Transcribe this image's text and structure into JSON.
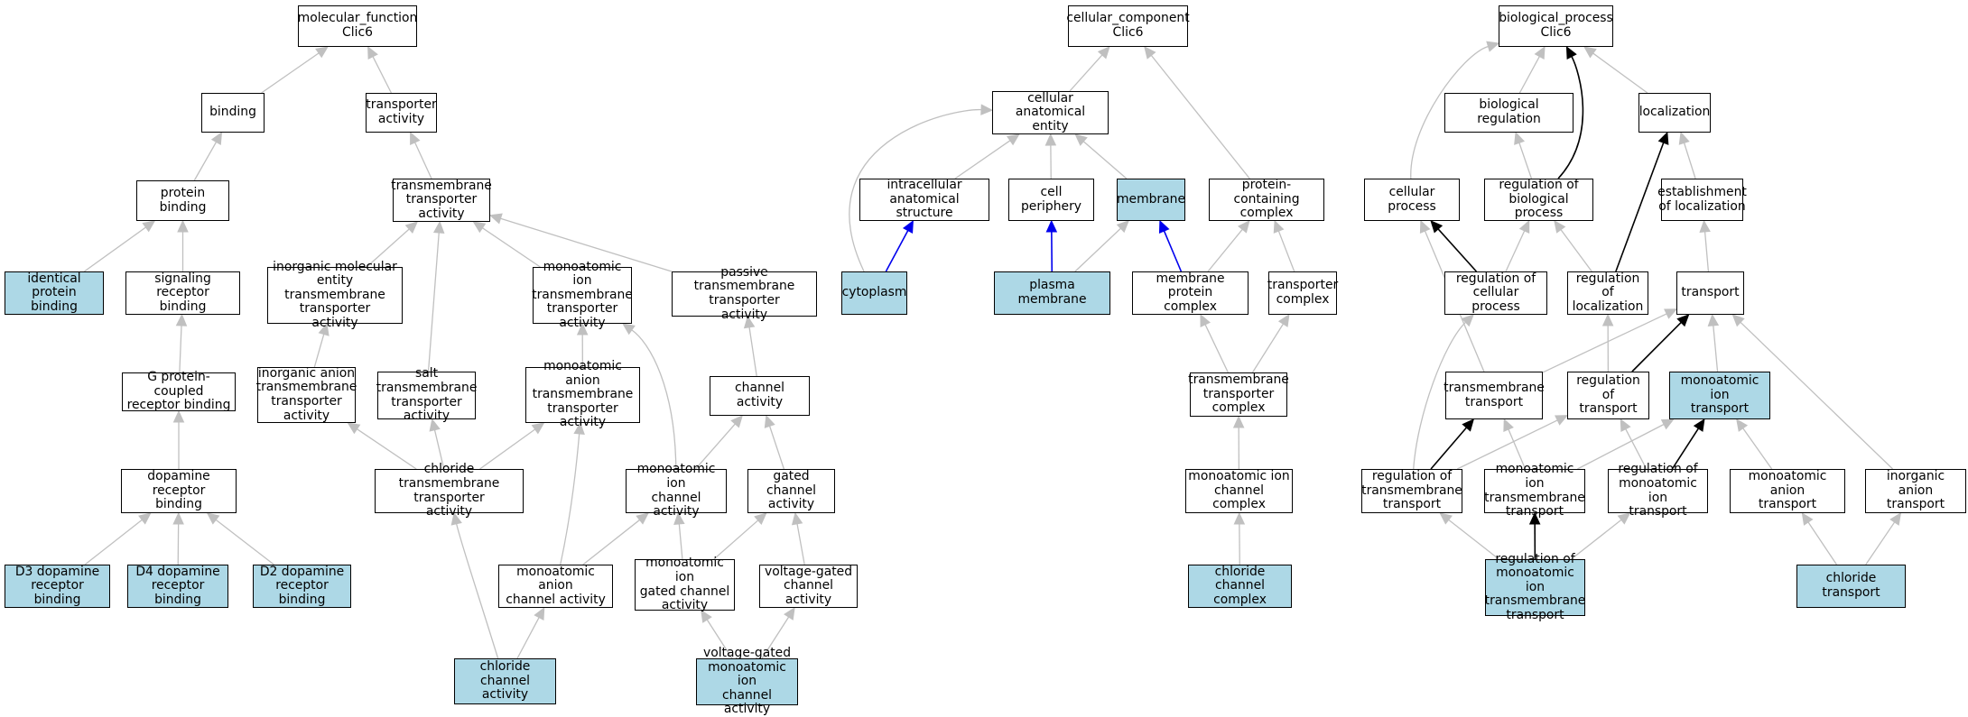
{
  "graphs": [
    {
      "name": "molecular_function",
      "nodes": [
        {
          "id": "mf_root",
          "label": "molecular_function\nClic6",
          "highlight": false
        },
        {
          "id": "binding",
          "label": "binding",
          "highlight": false
        },
        {
          "id": "transporter_activity",
          "label": "transporter\nactivity",
          "highlight": false
        },
        {
          "id": "protein_binding",
          "label": "protein binding",
          "highlight": false
        },
        {
          "id": "tm_transporter_activity",
          "label": "transmembrane\ntransporter\nactivity",
          "highlight": false
        },
        {
          "id": "identical_protein_binding",
          "label": "identical protein\nbinding",
          "highlight": true
        },
        {
          "id": "signaling_receptor_binding",
          "label": "signaling receptor\nbinding",
          "highlight": false
        },
        {
          "id": "inorg_mol_tm",
          "label": "inorganic molecular\nentity transmembrane\ntransporter\nactivity",
          "highlight": false
        },
        {
          "id": "mono_ion_tm",
          "label": "monoatomic ion\ntransmembrane\ntransporter\nactivity",
          "highlight": false
        },
        {
          "id": "passive_tm",
          "label": "passive transmembrane\ntransporter\nactivity",
          "highlight": false
        },
        {
          "id": "gpcr_binding",
          "label": "G protein-coupled\nreceptor binding",
          "highlight": false
        },
        {
          "id": "inorg_anion_tm",
          "label": "inorganic anion\ntransmembrane\ntransporter\nactivity",
          "highlight": false
        },
        {
          "id": "salt_tm",
          "label": "salt transmembrane\ntransporter\nactivity",
          "highlight": false
        },
        {
          "id": "mono_anion_tm",
          "label": "monoatomic anion\ntransmembrane\ntransporter\nactivity",
          "highlight": false
        },
        {
          "id": "channel_activity",
          "label": "channel activity",
          "highlight": false
        },
        {
          "id": "dopamine_receptor_binding",
          "label": "dopamine receptor\nbinding",
          "highlight": false
        },
        {
          "id": "chloride_tm",
          "label": "chloride transmembrane\ntransporter\nactivity",
          "highlight": false
        },
        {
          "id": "mono_ion_channel",
          "label": "monoatomic ion\nchannel activity",
          "highlight": false
        },
        {
          "id": "gated_channel",
          "label": "gated channel\nactivity",
          "highlight": false
        },
        {
          "id": "d3",
          "label": "D3 dopamine\nreceptor binding",
          "highlight": true
        },
        {
          "id": "d4",
          "label": "D4 dopamine\nreceptor binding",
          "highlight": true
        },
        {
          "id": "d2",
          "label": "D2 dopamine\nreceptor binding",
          "highlight": true
        },
        {
          "id": "mono_anion_channel",
          "label": "monoatomic anion\nchannel activity",
          "highlight": false
        },
        {
          "id": "mono_ion_gated",
          "label": "monoatomic ion\ngated channel\nactivity",
          "highlight": false
        },
        {
          "id": "voltage_gated",
          "label": "voltage-gated\nchannel activity",
          "highlight": false
        },
        {
          "id": "chloride_channel",
          "label": "chloride channel\nactivity",
          "highlight": true
        },
        {
          "id": "vg_mono_ion",
          "label": "voltage-gated\nmonoatomic ion\nchannel activity",
          "highlight": true
        }
      ]
    },
    {
      "name": "cellular_component",
      "nodes": [
        {
          "id": "cc_root",
          "label": "cellular_component\nClic6",
          "highlight": false
        },
        {
          "id": "cell_anat_entity",
          "label": "cellular anatomical\nentity",
          "highlight": false
        },
        {
          "id": "intracellular_anat",
          "label": "intracellular\nanatomical structure",
          "highlight": false
        },
        {
          "id": "cell_periphery",
          "label": "cell periphery",
          "highlight": false
        },
        {
          "id": "membrane",
          "label": "membrane",
          "highlight": true
        },
        {
          "id": "protein_containing",
          "label": "protein-containing\ncomplex",
          "highlight": false
        },
        {
          "id": "cytoplasm",
          "label": "cytoplasm",
          "highlight": true
        },
        {
          "id": "plasma_membrane",
          "label": "plasma membrane",
          "highlight": true
        },
        {
          "id": "membrane_protein_complex",
          "label": "membrane protein\ncomplex",
          "highlight": false
        },
        {
          "id": "transporter_complex",
          "label": "transporter\ncomplex",
          "highlight": false
        },
        {
          "id": "tm_transporter_complex",
          "label": "transmembrane\ntransporter\ncomplex",
          "highlight": false
        },
        {
          "id": "mono_ion_channel_complex",
          "label": "monoatomic ion\nchannel complex",
          "highlight": false
        },
        {
          "id": "chloride_channel_complex",
          "label": "chloride channel\ncomplex",
          "highlight": true
        }
      ]
    },
    {
      "name": "biological_process",
      "nodes": [
        {
          "id": "bp_root",
          "label": "biological_process\nClic6",
          "highlight": false
        },
        {
          "id": "bio_regulation",
          "label": "biological regulation",
          "highlight": false
        },
        {
          "id": "localization",
          "label": "localization",
          "highlight": false
        },
        {
          "id": "cellular_process",
          "label": "cellular process",
          "highlight": false
        },
        {
          "id": "reg_bio_process",
          "label": "regulation of\nbiological process",
          "highlight": false
        },
        {
          "id": "est_localization",
          "label": "establishment\nof localization",
          "highlight": false
        },
        {
          "id": "reg_cell_process",
          "label": "regulation of\ncellular process",
          "highlight": false
        },
        {
          "id": "reg_localization",
          "label": "regulation of\nlocalization",
          "highlight": false
        },
        {
          "id": "transport",
          "label": "transport",
          "highlight": false
        },
        {
          "id": "tm_transport",
          "label": "transmembrane\ntransport",
          "highlight": false
        },
        {
          "id": "reg_transport",
          "label": "regulation of\ntransport",
          "highlight": false
        },
        {
          "id": "mono_ion_transport",
          "label": "monoatomic ion\ntransport",
          "highlight": true
        },
        {
          "id": "reg_tm_transport",
          "label": "regulation of\ntransmembrane\ntransport",
          "highlight": false
        },
        {
          "id": "mono_ion_tm_transport",
          "label": "monoatomic ion\ntransmembrane\ntransport",
          "highlight": false
        },
        {
          "id": "reg_mono_ion_transport",
          "label": "regulation of\nmonoatomic ion\ntransport",
          "highlight": false
        },
        {
          "id": "mono_anion_transport",
          "label": "monoatomic anion\ntransport",
          "highlight": false
        },
        {
          "id": "inorg_anion_transport",
          "label": "inorganic anion\ntransport",
          "highlight": false
        },
        {
          "id": "reg_mono_ion_tm_transport",
          "label": "regulation of\nmonoatomic ion\ntransmembrane\ntransport",
          "highlight": true
        },
        {
          "id": "chloride_transport",
          "label": "chloride transport",
          "highlight": true
        }
      ]
    }
  ],
  "edges": [
    {
      "from": "binding",
      "to": "mf_root",
      "color": "#c0c0c0"
    },
    {
      "from": "transporter_activity",
      "to": "mf_root",
      "color": "#c0c0c0"
    },
    {
      "from": "protein_binding",
      "to": "binding",
      "color": "#c0c0c0"
    },
    {
      "from": "tm_transporter_activity",
      "to": "transporter_activity",
      "color": "#c0c0c0"
    },
    {
      "from": "identical_protein_binding",
      "to": "protein_binding",
      "color": "#c0c0c0"
    },
    {
      "from": "signaling_receptor_binding",
      "to": "protein_binding",
      "color": "#c0c0c0"
    },
    {
      "from": "gpcr_binding",
      "to": "signaling_receptor_binding",
      "color": "#c0c0c0"
    },
    {
      "from": "dopamine_receptor_binding",
      "to": "gpcr_binding",
      "color": "#c0c0c0"
    },
    {
      "from": "d3",
      "to": "dopamine_receptor_binding",
      "color": "#c0c0c0"
    },
    {
      "from": "d4",
      "to": "dopamine_receptor_binding",
      "color": "#c0c0c0"
    },
    {
      "from": "d2",
      "to": "dopamine_receptor_binding",
      "color": "#c0c0c0"
    },
    {
      "from": "inorg_mol_tm",
      "to": "tm_transporter_activity",
      "color": "#c0c0c0"
    },
    {
      "from": "salt_tm",
      "to": "tm_transporter_activity",
      "color": "#c0c0c0"
    },
    {
      "from": "mono_ion_tm",
      "to": "tm_transporter_activity",
      "color": "#c0c0c0"
    },
    {
      "from": "passive_tm",
      "to": "tm_transporter_activity",
      "color": "#c0c0c0"
    },
    {
      "from": "inorg_anion_tm",
      "to": "inorg_mol_tm",
      "color": "#c0c0c0"
    },
    {
      "from": "mono_anion_tm",
      "to": "mono_ion_tm",
      "color": "#c0c0c0"
    },
    {
      "from": "channel_activity",
      "to": "passive_tm",
      "color": "#c0c0c0"
    },
    {
      "from": "chloride_tm",
      "to": "inorg_anion_tm",
      "color": "#c0c0c0"
    },
    {
      "from": "chloride_tm",
      "to": "salt_tm",
      "color": "#c0c0c0"
    },
    {
      "from": "chloride_tm",
      "to": "mono_anion_tm",
      "color": "#c0c0c0"
    },
    {
      "from": "mono_ion_channel",
      "to": "mono_ion_tm",
      "color": "#c0c0c0"
    },
    {
      "from": "mono_ion_channel",
      "to": "channel_activity",
      "color": "#c0c0c0"
    },
    {
      "from": "gated_channel",
      "to": "channel_activity",
      "color": "#c0c0c0"
    },
    {
      "from": "mono_anion_channel",
      "to": "mono_anion_tm",
      "color": "#c0c0c0"
    },
    {
      "from": "mono_anion_channel",
      "to": "mono_ion_channel",
      "color": "#c0c0c0"
    },
    {
      "from": "mono_ion_gated",
      "to": "mono_ion_channel",
      "color": "#c0c0c0"
    },
    {
      "from": "mono_ion_gated",
      "to": "gated_channel",
      "color": "#c0c0c0"
    },
    {
      "from": "voltage_gated",
      "to": "gated_channel",
      "color": "#c0c0c0"
    },
    {
      "from": "chloride_channel",
      "to": "chloride_tm",
      "color": "#c0c0c0"
    },
    {
      "from": "chloride_channel",
      "to": "mono_anion_channel",
      "color": "#c0c0c0"
    },
    {
      "from": "vg_mono_ion",
      "to": "mono_ion_gated",
      "color": "#c0c0c0"
    },
    {
      "from": "vg_mono_ion",
      "to": "voltage_gated",
      "color": "#c0c0c0"
    },
    {
      "from": "cell_anat_entity",
      "to": "cc_root",
      "color": "#c0c0c0"
    },
    {
      "from": "protein_containing",
      "to": "cc_root",
      "color": "#c0c0c0"
    },
    {
      "from": "intracellular_anat",
      "to": "cell_anat_entity",
      "color": "#c0c0c0"
    },
    {
      "from": "cell_periphery",
      "to": "cell_anat_entity",
      "color": "#c0c0c0"
    },
    {
      "from": "membrane",
      "to": "cell_anat_entity",
      "color": "#c0c0c0"
    },
    {
      "from": "cytoplasm",
      "to": "cell_anat_entity",
      "color": "#c0c0c0"
    },
    {
      "from": "cytoplasm",
      "to": "intracellular_anat",
      "color": "#0000ee"
    },
    {
      "from": "plasma_membrane",
      "to": "cell_periphery",
      "color": "#0000ee"
    },
    {
      "from": "plasma_membrane",
      "to": "membrane",
      "color": "#c0c0c0"
    },
    {
      "from": "membrane_protein_complex",
      "to": "membrane",
      "color": "#0000ee"
    },
    {
      "from": "membrane_protein_complex",
      "to": "protein_containing",
      "color": "#c0c0c0"
    },
    {
      "from": "transporter_complex",
      "to": "protein_containing",
      "color": "#c0c0c0"
    },
    {
      "from": "tm_transporter_complex",
      "to": "membrane_protein_complex",
      "color": "#c0c0c0"
    },
    {
      "from": "tm_transporter_complex",
      "to": "transporter_complex",
      "color": "#c0c0c0"
    },
    {
      "from": "mono_ion_channel_complex",
      "to": "tm_transporter_complex",
      "color": "#c0c0c0"
    },
    {
      "from": "chloride_channel_complex",
      "to": "mono_ion_channel_complex",
      "color": "#c0c0c0"
    },
    {
      "from": "bio_regulation",
      "to": "bp_root",
      "color": "#c0c0c0"
    },
    {
      "from": "localization",
      "to": "bp_root",
      "color": "#c0c0c0"
    },
    {
      "from": "cellular_process",
      "to": "bp_root",
      "color": "#c0c0c0"
    },
    {
      "from": "reg_bio_process",
      "to": "bp_root",
      "color": "#000000"
    },
    {
      "from": "reg_bio_process",
      "to": "bio_regulation",
      "color": "#c0c0c0"
    },
    {
      "from": "est_localization",
      "to": "localization",
      "color": "#c0c0c0"
    },
    {
      "from": "reg_cell_process",
      "to": "cellular_process",
      "color": "#000000"
    },
    {
      "from": "reg_cell_process",
      "to": "reg_bio_process",
      "color": "#c0c0c0"
    },
    {
      "from": "reg_localization",
      "to": "reg_bio_process",
      "color": "#c0c0c0"
    },
    {
      "from": "reg_localization",
      "to": "localization",
      "color": "#000000"
    },
    {
      "from": "transport",
      "to": "est_localization",
      "color": "#c0c0c0"
    },
    {
      "from": "tm_transport",
      "to": "cellular_process",
      "color": "#c0c0c0"
    },
    {
      "from": "tm_transport",
      "to": "transport",
      "color": "#c0c0c0"
    },
    {
      "from": "reg_transport",
      "to": "reg_localization",
      "color": "#c0c0c0"
    },
    {
      "from": "reg_transport",
      "to": "transport",
      "color": "#000000"
    },
    {
      "from": "mono_ion_transport",
      "to": "transport",
      "color": "#c0c0c0"
    },
    {
      "from": "reg_tm_transport",
      "to": "reg_cell_process",
      "color": "#c0c0c0"
    },
    {
      "from": "reg_tm_transport",
      "to": "tm_transport",
      "color": "#000000"
    },
    {
      "from": "reg_tm_transport",
      "to": "reg_transport",
      "color": "#c0c0c0"
    },
    {
      "from": "mono_ion_tm_transport",
      "to": "tm_transport",
      "color": "#c0c0c0"
    },
    {
      "from": "mono_ion_tm_transport",
      "to": "mono_ion_transport",
      "color": "#c0c0c0"
    },
    {
      "from": "reg_mono_ion_transport",
      "to": "reg_transport",
      "color": "#c0c0c0"
    },
    {
      "from": "reg_mono_ion_transport",
      "to": "mono_ion_transport",
      "color": "#000000"
    },
    {
      "from": "mono_anion_transport",
      "to": "mono_ion_transport",
      "color": "#c0c0c0"
    },
    {
      "from": "inorg_anion_transport",
      "to": "transport",
      "color": "#c0c0c0"
    },
    {
      "from": "reg_mono_ion_tm_transport",
      "to": "reg_tm_transport",
      "color": "#c0c0c0"
    },
    {
      "from": "reg_mono_ion_tm_transport",
      "to": "mono_ion_tm_transport",
      "color": "#000000"
    },
    {
      "from": "reg_mono_ion_tm_transport",
      "to": "reg_mono_ion_transport",
      "color": "#c0c0c0"
    },
    {
      "from": "chloride_transport",
      "to": "mono_anion_transport",
      "color": "#c0c0c0"
    },
    {
      "from": "chloride_transport",
      "to": "inorg_anion_transport",
      "color": "#c0c0c0"
    }
  ],
  "colors": {
    "highlight_fill": "#add8e6",
    "node_fill": "#ffffff",
    "node_border": "#000000",
    "edge_gray": "#c0c0c0",
    "edge_blue": "#0000ee",
    "edge_black": "#000000"
  }
}
